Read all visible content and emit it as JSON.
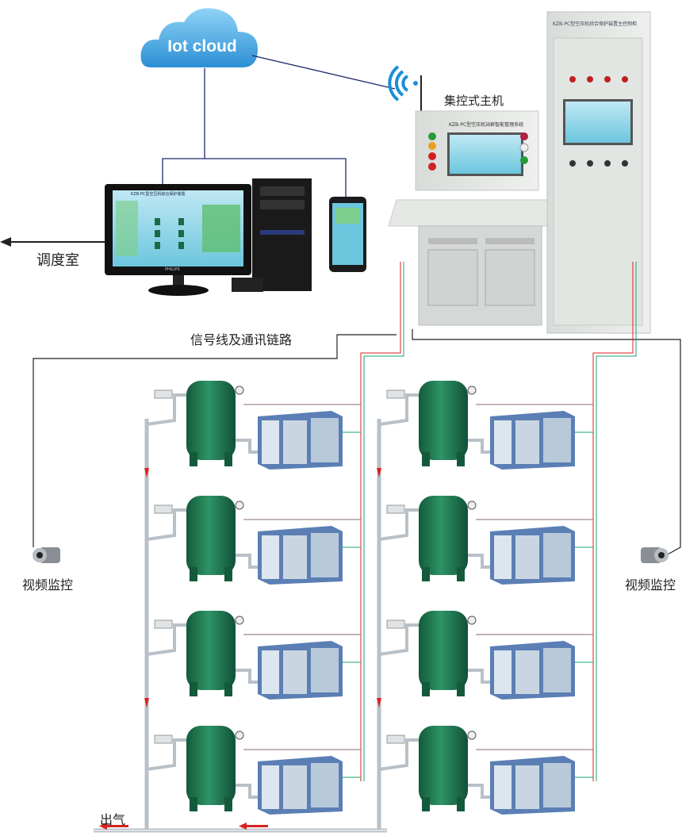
{
  "cloud": {
    "label": "Iot cloud"
  },
  "host": {
    "label": "集控式主机",
    "panel_title": "KZB-PC型空压机站群智能管理系统"
  },
  "cabinet": {
    "title": "KZB-PC型空压机综合保护装置主控制柜"
  },
  "dispatch": {
    "label": "调度室",
    "monitor_brand": "PHILIPS",
    "screen_title": "KZB-PC型空压机综合保护装置"
  },
  "signal_line": {
    "label": "信号线及通讯链路"
  },
  "cameras": [
    {
      "label": "视频监控"
    },
    {
      "label": "视频监控"
    }
  ],
  "outlet": {
    "label": "出气"
  },
  "colors": {
    "tank": "#1f7a52",
    "compressor": "#5b7fb5",
    "pipe": "#b8c0c8",
    "flow_arrow": "#d9231f",
    "signal_red": "#d9231f",
    "signal_green": "#1aa56f",
    "cloud": "#3aa0de"
  }
}
